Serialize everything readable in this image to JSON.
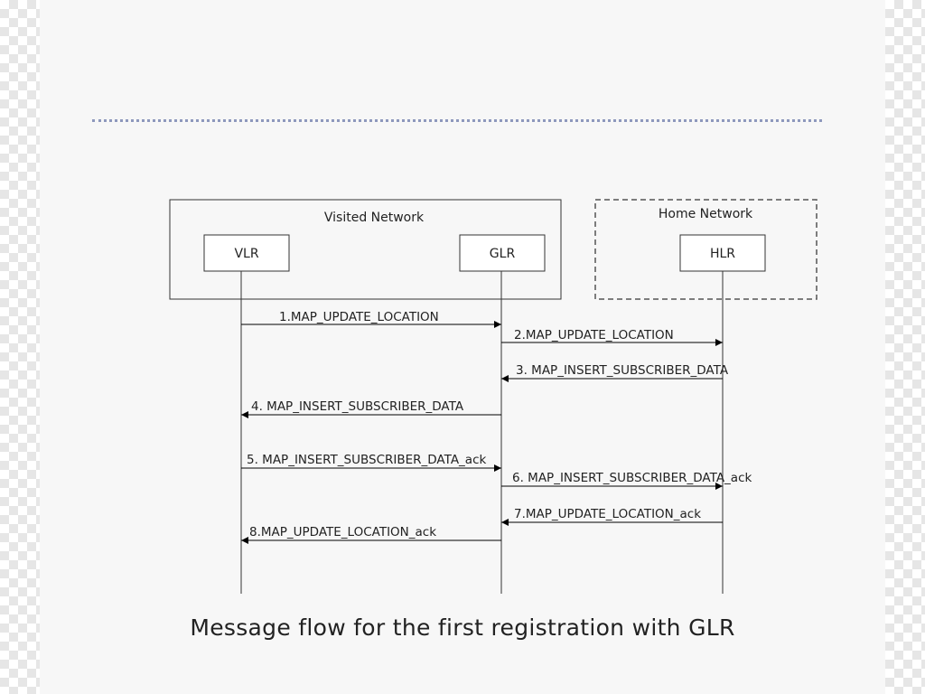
{
  "groups": {
    "visited": "Visited Network",
    "home": "Home Network"
  },
  "entities": {
    "vlr": "VLR",
    "glr": "GLR",
    "hlr": "HLR"
  },
  "messages": [
    {
      "label": "1.MAP_UPDATE_LOCATION",
      "from": "vlr",
      "to": "glr"
    },
    {
      "label": "2.MAP_UPDATE_LOCATION",
      "from": "glr",
      "to": "hlr"
    },
    {
      "label": "3. MAP_INSERT_SUBSCRIBER_DATA",
      "from": "hlr",
      "to": "glr"
    },
    {
      "label": "4. MAP_INSERT_SUBSCRIBER_DATA",
      "from": "glr",
      "to": "vlr"
    },
    {
      "label": "5. MAP_INSERT_SUBSCRIBER_DATA_ack",
      "from": "vlr",
      "to": "glr"
    },
    {
      "label": "6. MAP_INSERT_SUBSCRIBER_DATA_ack",
      "from": "glr",
      "to": "hlr"
    },
    {
      "label": "7.MAP_UPDATE_LOCATION_ack",
      "from": "hlr",
      "to": "glr"
    },
    {
      "label": "8.MAP_UPDATE_LOCATION_ack",
      "from": "glr",
      "to": "vlr"
    }
  ],
  "caption": "Message flow for the first registration with GLR"
}
